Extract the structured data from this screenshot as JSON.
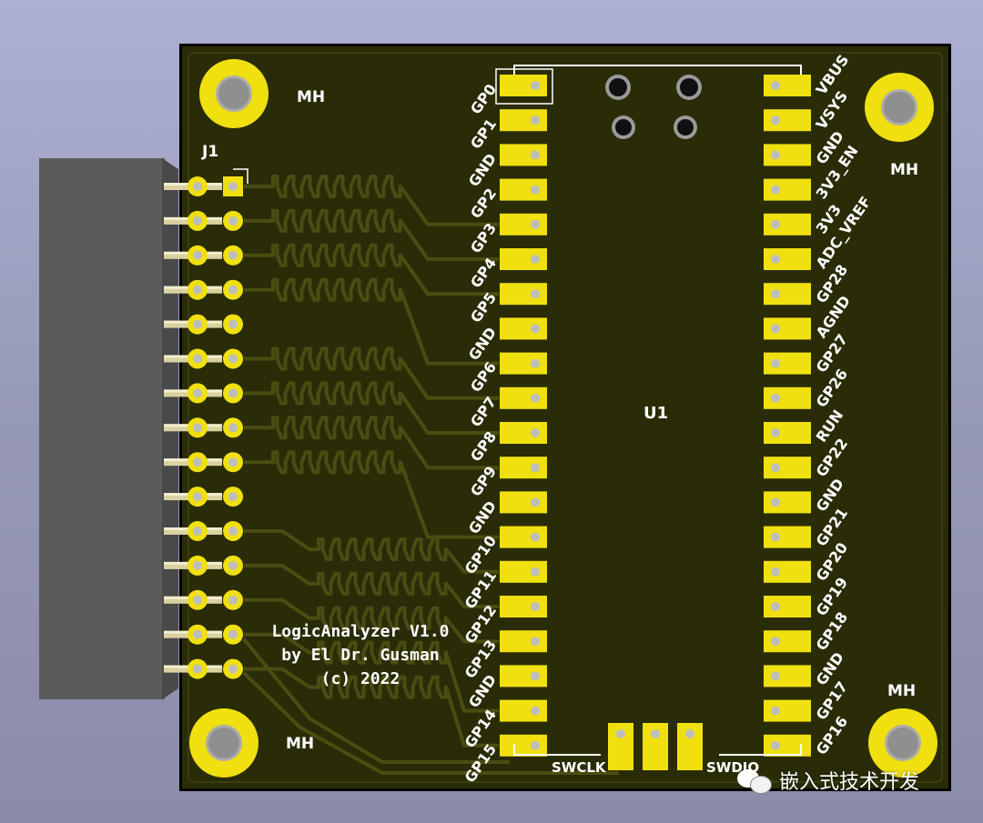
{
  "board": {
    "title_line1": "LogicAnalyzer V1.0",
    "title_line2": "by El Dr. Gusman",
    "title_line3": "(c) 2022",
    "connector_ref": "J1",
    "module_ref": "U1",
    "mounting_hole_label": "MH",
    "swclk_label": "SWCLK",
    "swdio_label": "SWDIO"
  },
  "left_pins": [
    "GP0",
    "GP1",
    "GND",
    "GP2",
    "GP3",
    "GP4",
    "GP5",
    "GND",
    "GP6",
    "GP7",
    "GP8",
    "GP9",
    "GND",
    "GP10",
    "GP11",
    "GP12",
    "GP13",
    "GND",
    "GP14",
    "GP15"
  ],
  "right_pins": [
    "VBUS",
    "VSYS",
    "GND",
    "3V3_EN",
    "3V3",
    "ADC_VREF",
    "GP28",
    "AGND",
    "GP27",
    "GP26",
    "RUN",
    "GP22",
    "GND",
    "GP21",
    "GP20",
    "GP19",
    "GP18",
    "GND",
    "GP17",
    "GP16"
  ],
  "watermark": {
    "text": "嵌入式技术开发",
    "icon": "wechat-icon"
  },
  "colors": {
    "pcb": "#2a2c08",
    "pad": "#f0e010",
    "silkscreen": "#ffffff",
    "connector_body": "#5b5b5b",
    "background": "#a5a7c8"
  }
}
